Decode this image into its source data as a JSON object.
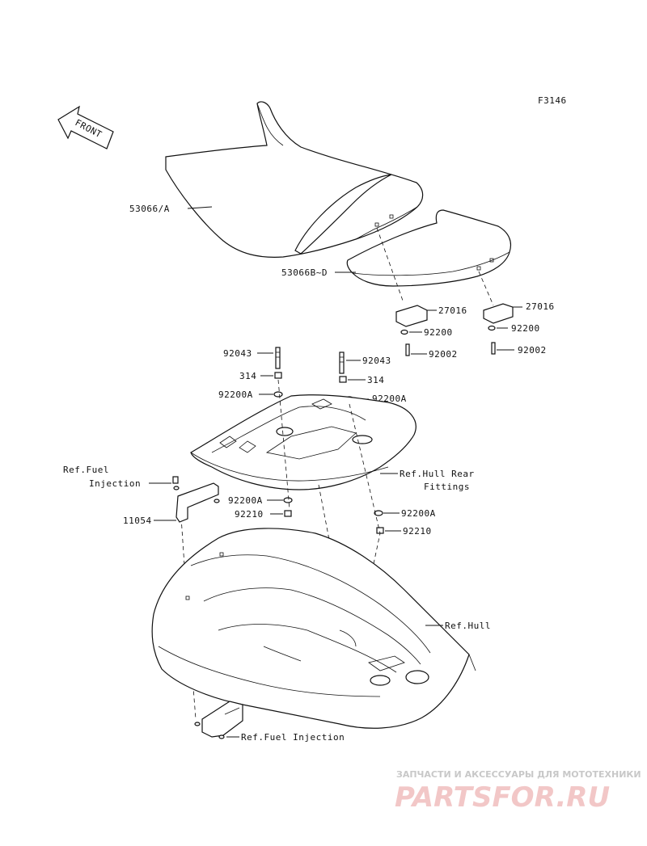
{
  "diagram": {
    "code": "F3146",
    "front_arrow": "FRONT",
    "labels": {
      "seat_front": "53066/A",
      "seat_rear": "53066B~D",
      "p27016_a": "27016",
      "p27016_b": "27016",
      "p92200_a": "92200",
      "p92200_b": "92200",
      "p92002_a": "92002",
      "p92002_b": "92002",
      "p92043_a": "92043",
      "p92043_b": "92043",
      "p314_a": "314",
      "p314_b": "314",
      "p92200A_a": "92200A",
      "p92200A_b": "92200A",
      "p92200A_c": "92200A",
      "p92200A_d": "92200A",
      "p92210_a": "92210",
      "p92210_b": "92210",
      "p11054": "11054",
      "ref_fuel_injection_1a": "Ref.Fuel",
      "ref_fuel_injection_1b": "Injection",
      "ref_hull_rear_a": "Ref.Hull Rear",
      "ref_hull_rear_b": "Fittings",
      "ref_hull": "Ref.Hull",
      "ref_fuel_injection_2": "Ref.Fuel Injection"
    }
  },
  "watermark": {
    "caption": "ЗАПЧАСТИ И АКСЕССУАРЫ ДЛЯ МОТОТЕХНИКИ",
    "brand": "PARTSFOR.RU"
  }
}
